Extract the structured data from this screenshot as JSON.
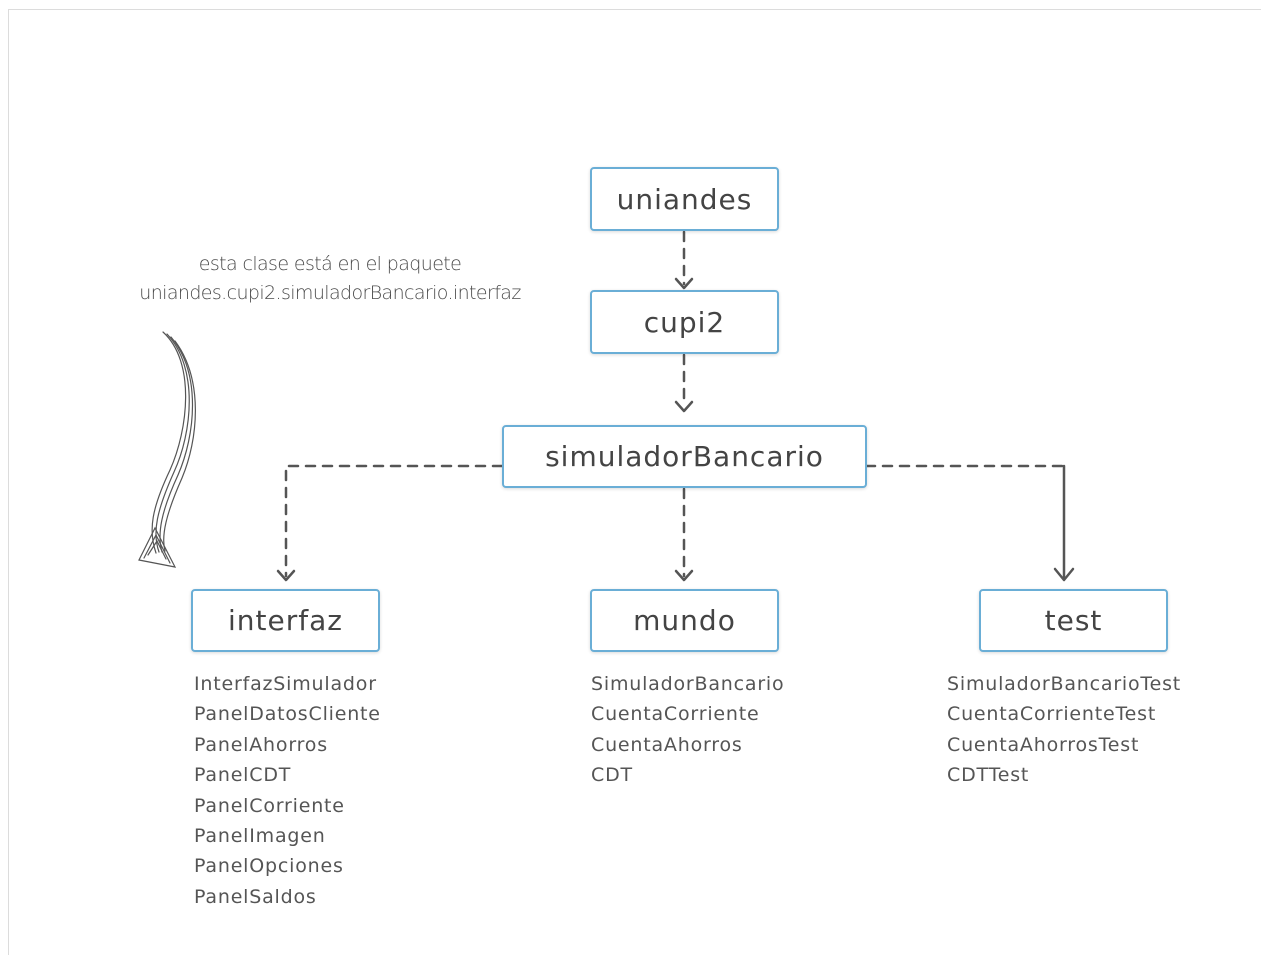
{
  "packages": {
    "root": "uniandes",
    "cupi2": "cupi2",
    "simulador": "simuladorBancario",
    "interfaz": "interfaz",
    "mundo": "mundo",
    "test": "test"
  },
  "classes": {
    "interfaz": [
      "InterfazSimulador",
      "PanelDatosCliente",
      "PanelAhorros",
      "PanelCDT",
      "PanelCorriente",
      "PanelImagen",
      "PanelOpciones",
      "PanelSaldos"
    ],
    "mundo": [
      "SimuladorBancario",
      "CuentaCorriente",
      "CuentaAhorros",
      "CDT"
    ],
    "test": [
      "SimuladorBancarioTest",
      "CuentaCorrienteTest",
      "CuentaAhorrosTest",
      "CDTTest"
    ]
  },
  "annotation": {
    "line1": "esta clase está en el paquete",
    "line2": "uniandes.cupi2.simuladorBancario.interfaz"
  },
  "colors": {
    "box_border": "#6aaed6",
    "connector": "#555555",
    "text": "#444444"
  }
}
